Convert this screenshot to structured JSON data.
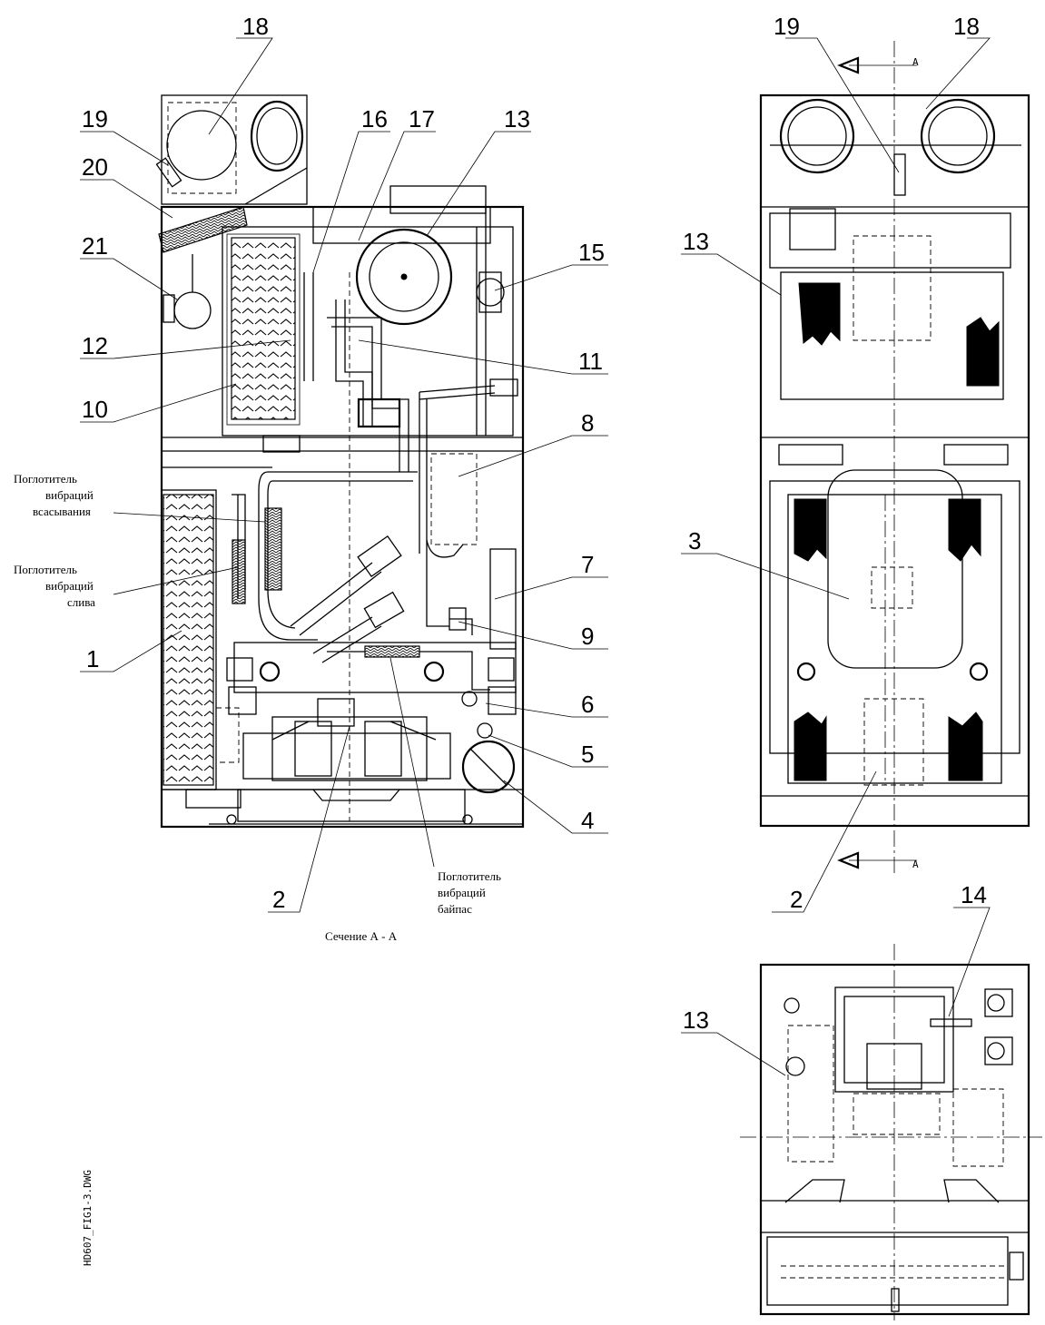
{
  "views": {
    "section": {
      "callouts": [
        "18",
        "19",
        "20",
        "21",
        "12",
        "10",
        "16",
        "17",
        "13",
        "15",
        "11",
        "8",
        "7",
        "9",
        "6",
        "5",
        "4",
        "1",
        "2"
      ],
      "notes": {
        "suction_absorber": [
          "Поглотитель",
          "вибраций",
          "всасывания"
        ],
        "discharge_absorber": [
          "Поглотитель",
          "вибраций",
          "слива"
        ],
        "bypass_absorber": [
          "Поглотитель",
          "вибраций",
          "байпас"
        ]
      },
      "caption": "Сечение А - А"
    },
    "front": {
      "callouts": [
        "19",
        "18",
        "13",
        "3",
        "2"
      ],
      "section_mark": "А"
    },
    "top": {
      "callouts": [
        "14",
        "13"
      ]
    }
  },
  "file_label": "HD607_FIG1-3.DWG"
}
